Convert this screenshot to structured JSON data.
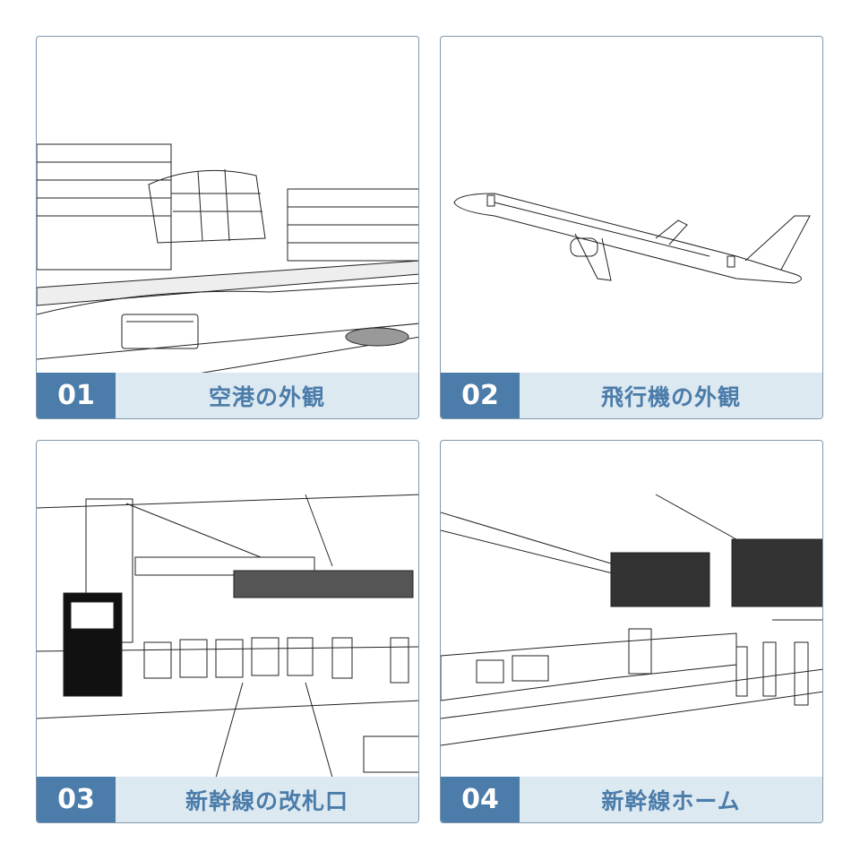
{
  "cards": [
    {
      "number": "01",
      "label": "空港の外観",
      "image": "airport-exterior-illustration"
    },
    {
      "number": "02",
      "label": "飛行機の外観",
      "image": "airplane-exterior-illustration"
    },
    {
      "number": "03",
      "label": "新幹線の改札口",
      "image": "shinkansen-ticket-gate-illustration"
    },
    {
      "number": "04",
      "label": "新幹線ホーム",
      "image": "shinkansen-platform-illustration"
    }
  ],
  "colors": {
    "accent": "#4b7caa",
    "label_bg": "#dde9f0",
    "border": "#7f97ad"
  }
}
